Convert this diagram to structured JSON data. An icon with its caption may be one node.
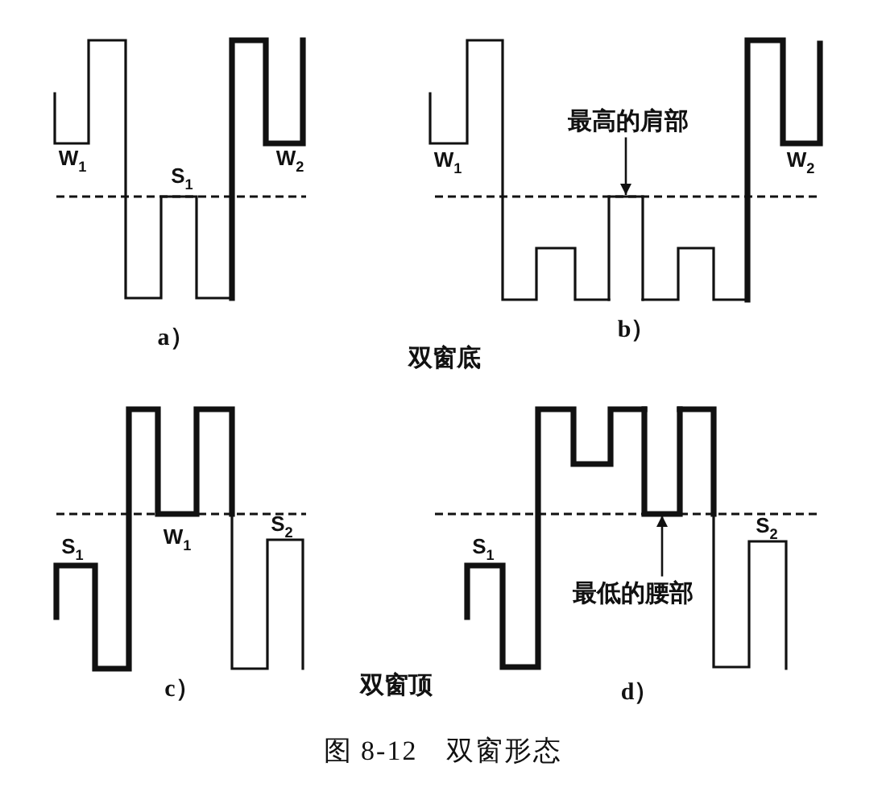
{
  "diagram": {
    "caption": "图 8-12　双窗形态",
    "nodes": [
      {
        "text": [
          "最高的肩部"
        ]
      },
      {
        "text": [],
        "shape": "bar"
      },
      {
        "text": [],
        "shape": "bar"
      },
      {
        "text": [
          "最低的腰部"
        ]
      }
    ],
    "edges": [
      {
        "from": 0,
        "to": 1,
        "arrow": "to"
      },
      {
        "from": 3,
        "to": 2,
        "arrow": "to"
      }
    ],
    "labels": [
      "W$_{1}$",
      "S$_{1}$",
      "W$_{2}$",
      "a）",
      "W$_{1}$",
      "W$_{2}$",
      "b）",
      "双窗底",
      "S$_{1}$",
      "W$_{1}$",
      "S$_{2}$",
      "c）",
      "双窗顶",
      "S$_{1}$",
      "S$_{2}$",
      "d）"
    ]
  }
}
